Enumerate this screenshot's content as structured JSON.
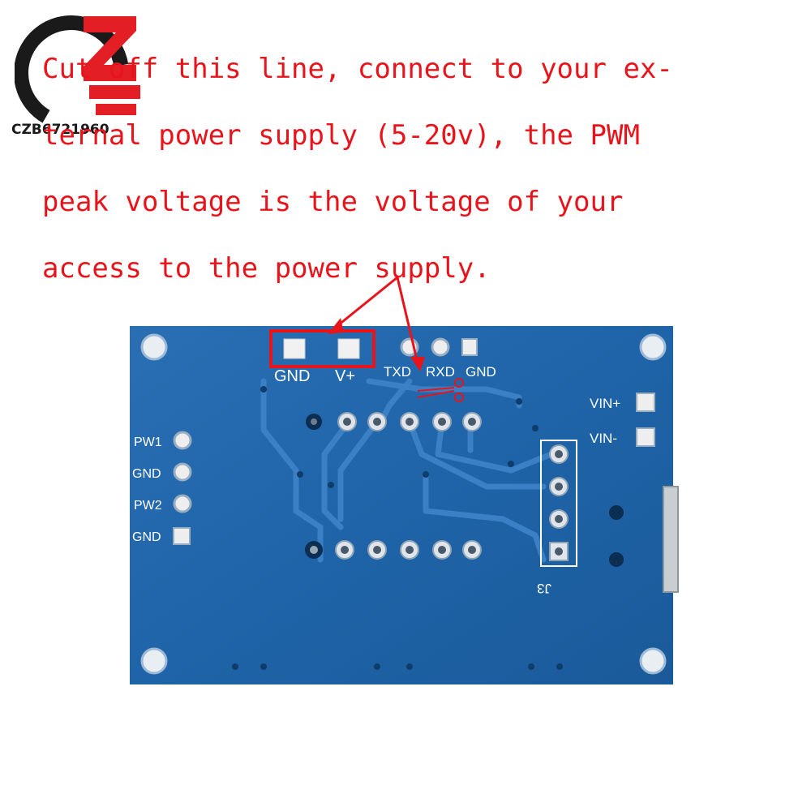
{
  "logo": {
    "text": "CZB6721960",
    "colors": {
      "red": "#e31e24",
      "dark": "#1a1a1a"
    }
  },
  "instructions": {
    "lines": [
      "Cut off this line, connect to your ex-",
      "ternal power supply (5-20v), the PWM",
      "peak voltage is the voltage of your",
      "access to the power supply."
    ],
    "color": "#e8141b"
  },
  "board": {
    "pcb_color": "#1f64a8",
    "labels": {
      "gnd_top": "GND",
      "vplus": "V+",
      "txd": "TXD",
      "rxd": "RXD",
      "gnd_serial": "GND",
      "vin_plus": "VIN+",
      "vin_minus": "VIN-",
      "pw1": "PW1",
      "gnd_left_1": "GND",
      "pw2": "PW2",
      "gnd_left_2": "GND",
      "j3": "J3"
    }
  }
}
